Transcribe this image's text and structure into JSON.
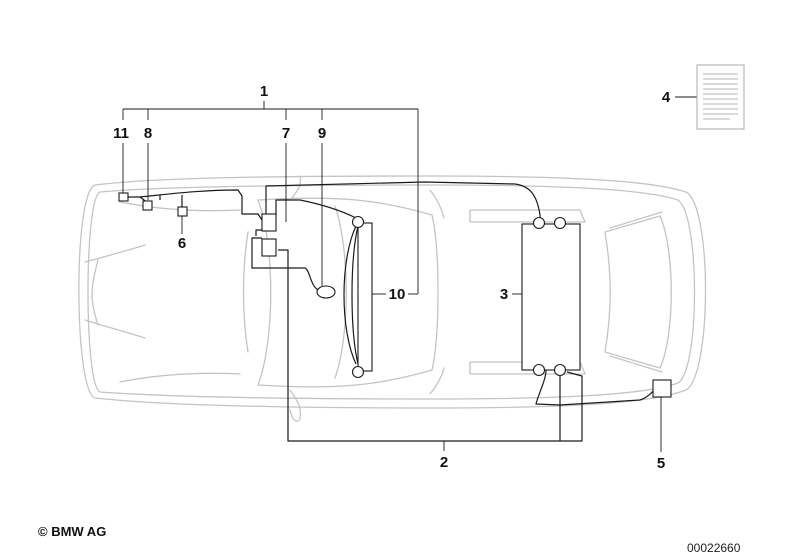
{
  "diagram": {
    "callouts": [
      "1",
      "2",
      "3",
      "4",
      "5",
      "6",
      "7",
      "8",
      "9",
      "10",
      "11"
    ],
    "copyright": "© BMW AG",
    "document_number": "00022660",
    "colors": {
      "car_outline": "#c4c4c4",
      "wiring": "#1a1a1a",
      "text": "#111111"
    }
  }
}
